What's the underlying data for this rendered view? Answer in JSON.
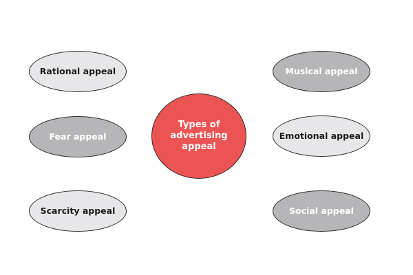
{
  "center": {
    "label": "Types of advertising appeal",
    "color": "#ec5453"
  },
  "left_nodes": [
    {
      "label": "Rational appeal",
      "shade": "light"
    },
    {
      "label": "Fear appeal",
      "shade": "dark"
    },
    {
      "label": "Scarcity appeal",
      "shade": "light"
    }
  ],
  "right_nodes": [
    {
      "label": "Musical appeal",
      "shade": "dark"
    },
    {
      "label": "Emotional appeal",
      "shade": "light"
    },
    {
      "label": "Social appeal",
      "shade": "dark"
    }
  ],
  "colors": {
    "light_fill": "#e7e7e9",
    "dark_fill": "#b6b6b8",
    "outline": "#2b2b2b"
  }
}
